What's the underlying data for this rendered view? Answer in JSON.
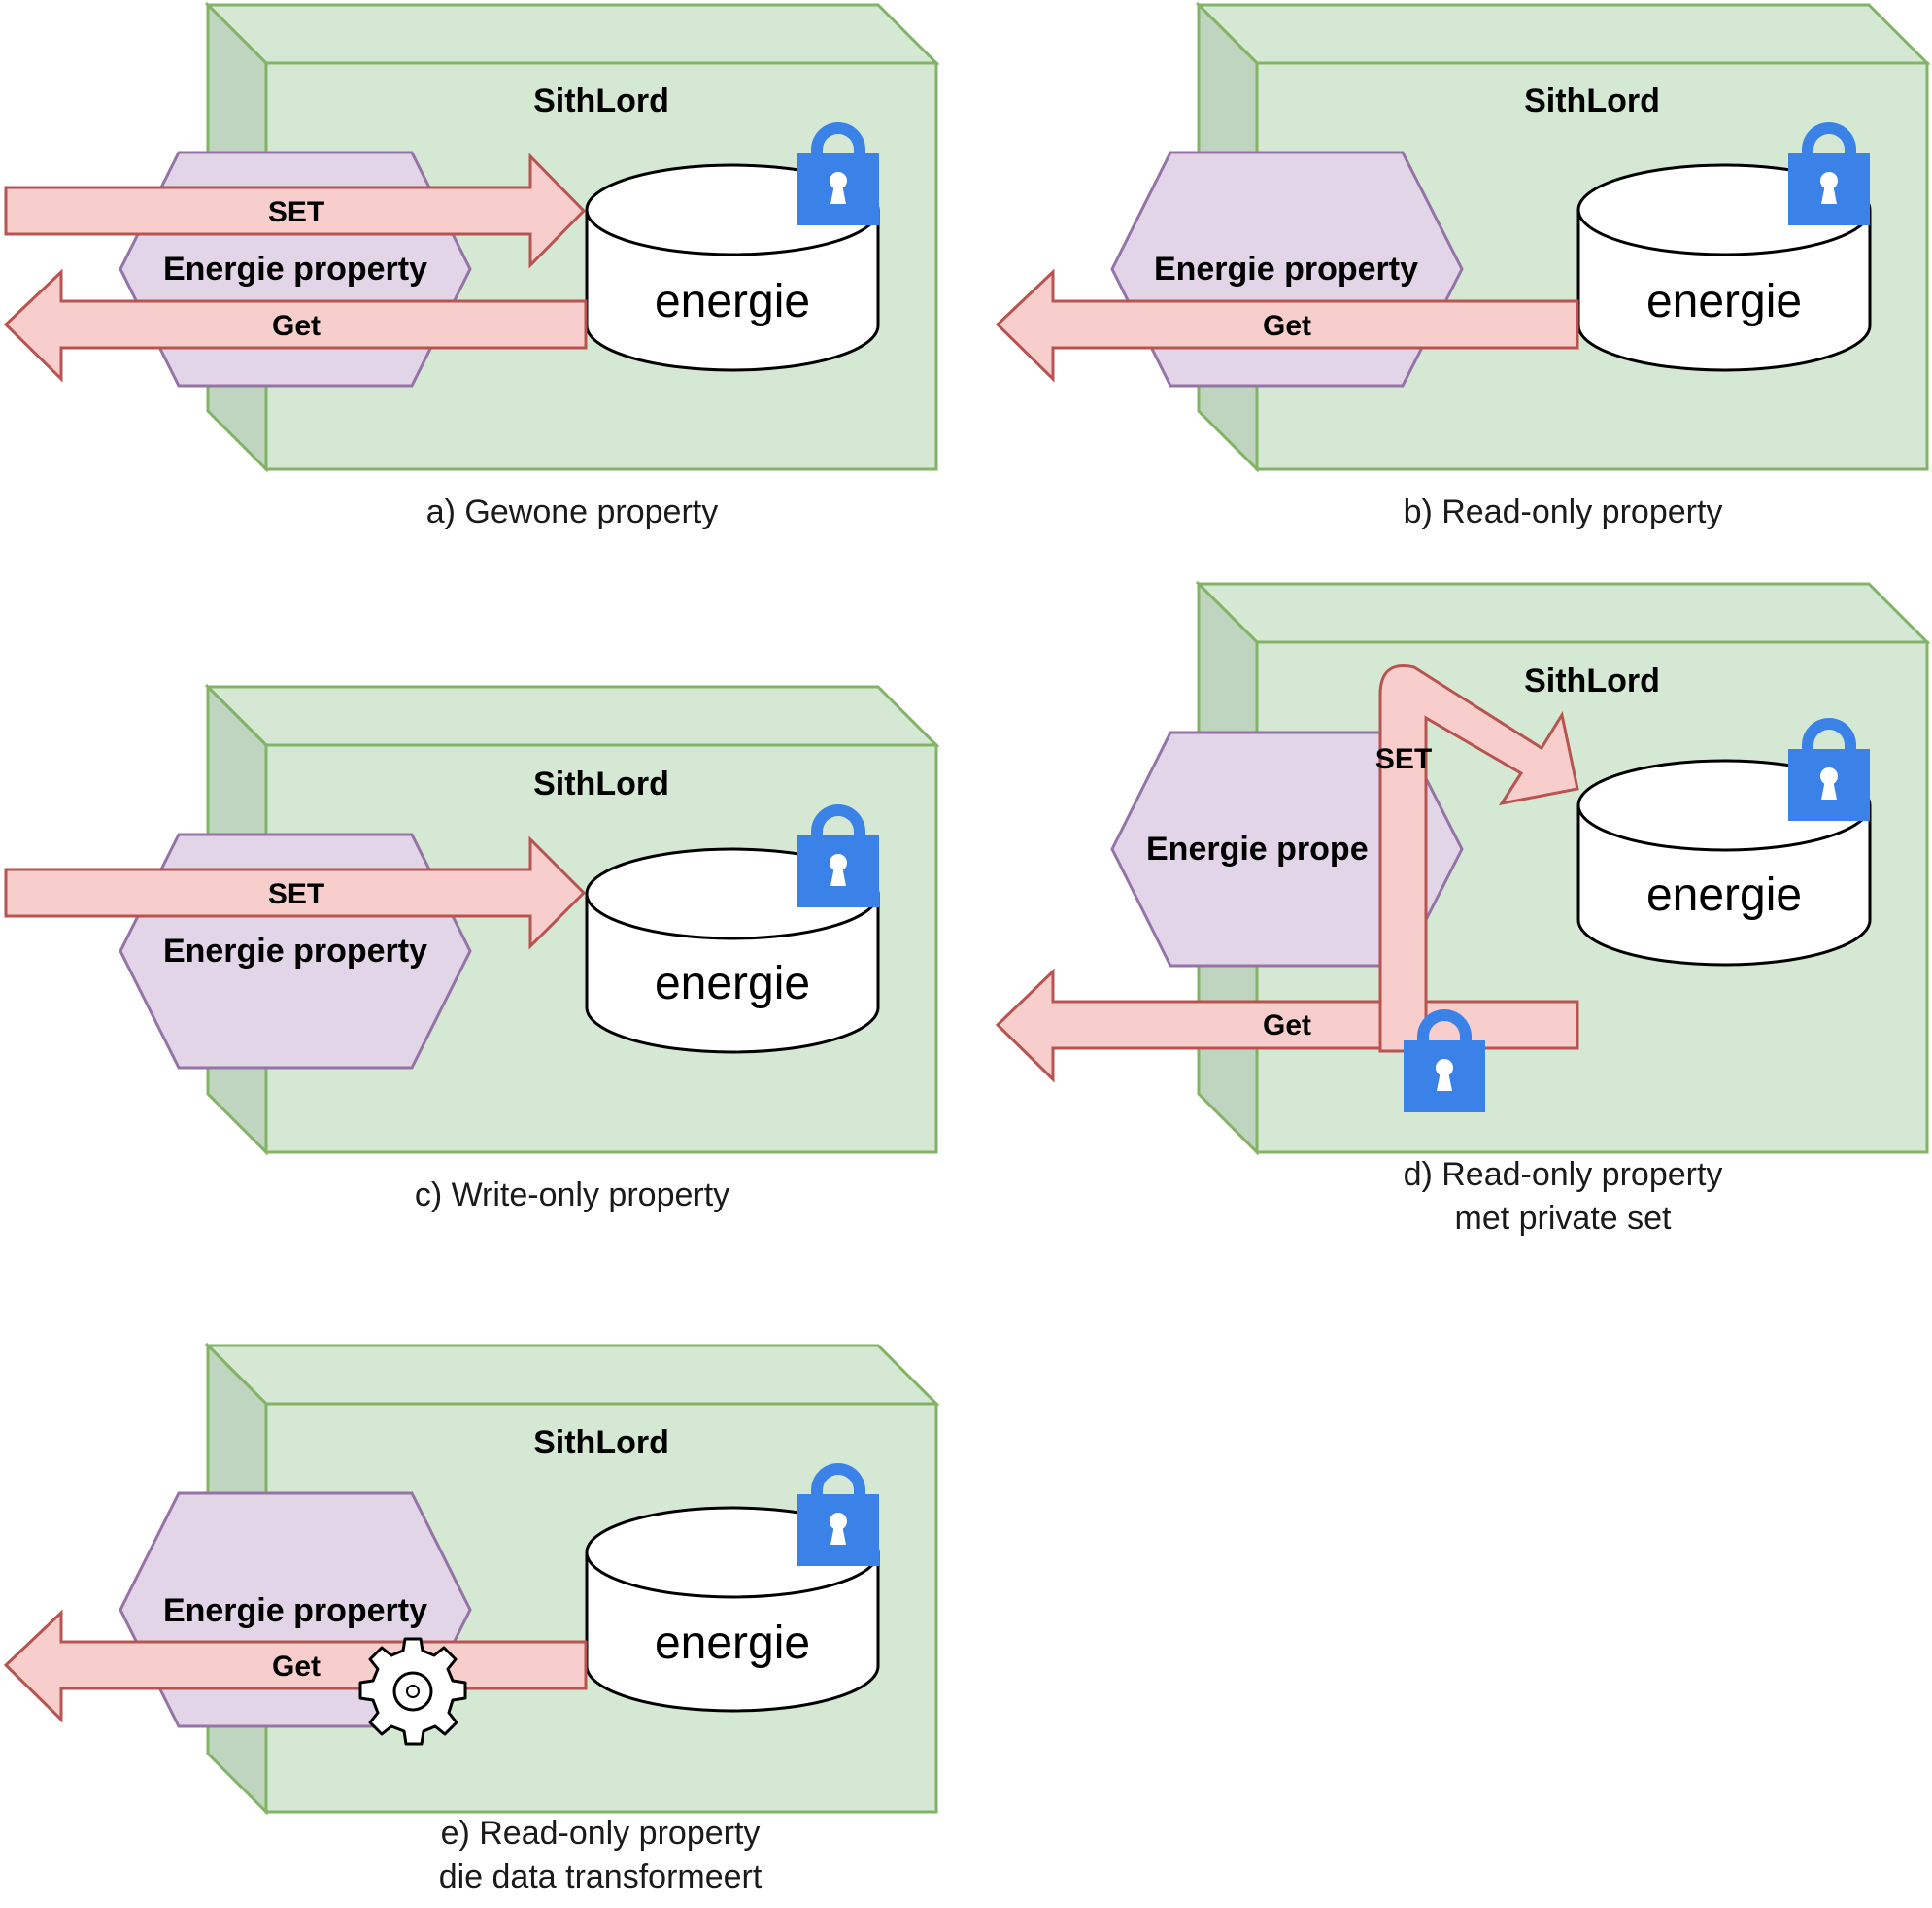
{
  "colors": {
    "box_front": "#d5e8d4",
    "box_side": "#c0d5bf",
    "box_stroke": "#82b366",
    "hex_fill": "#e1d5e7",
    "hex_stroke": "#9673a6",
    "arrow_fill": "#f8cecc",
    "arrow_stroke": "#b85450",
    "lock": "#3b82e8"
  },
  "icons": {
    "lock": "lock-icon",
    "gear": "gear-icon"
  },
  "diagrams": {
    "a": {
      "box_title": "SithLord",
      "property_label": "Energie property",
      "set_label": "SET",
      "get_label": "Get",
      "field_label": "energie",
      "caption_line1": "a) Gewone property"
    },
    "b": {
      "box_title": "SithLord",
      "property_label": "Energie property",
      "get_label": "Get",
      "field_label": "energie",
      "caption_line1": "b) Read-only property"
    },
    "c": {
      "box_title": "SithLord",
      "property_label": "Energie property",
      "set_label": "SET",
      "field_label": "energie",
      "caption_line1": "c) Write-only property"
    },
    "d": {
      "box_title": "SithLord",
      "property_label": "Energie prope",
      "set_label": "SET",
      "get_label": "Get",
      "field_label": "energie",
      "caption_line1": "d) Read-only property",
      "caption_line2": "met private set"
    },
    "e": {
      "box_title": "SithLord",
      "property_label": "Energie property",
      "get_label": "Get",
      "field_label": "energie",
      "caption_line1": "e) Read-only property",
      "caption_line2": "die data transformeert"
    }
  }
}
